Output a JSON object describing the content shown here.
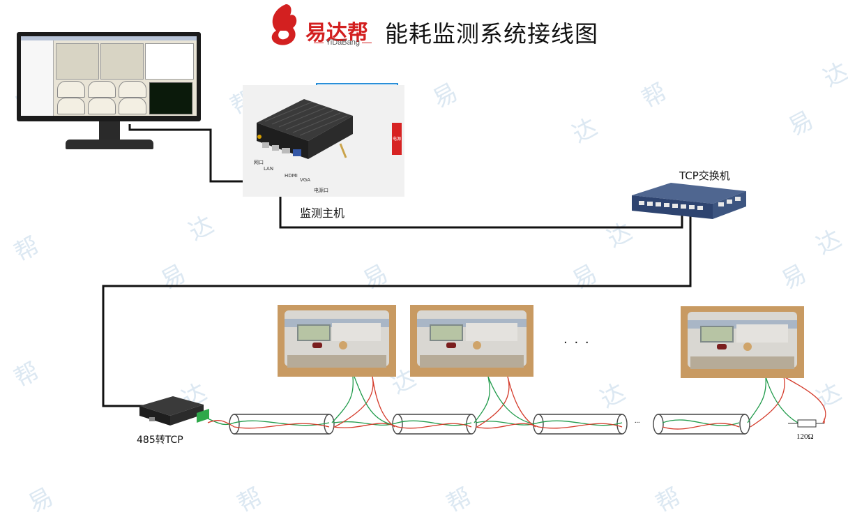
{
  "header": {
    "brand_cn": "易达帮",
    "brand_en": "YiDaBang",
    "title": "能耗监测系统接线图"
  },
  "labels": {
    "host": "监测主机",
    "switch": "TCP交换机",
    "converter": "485转TCP",
    "ellipsis_meters": ". . .",
    "ellipsis_bus": "...",
    "terminator": "120Ω"
  },
  "ports": {
    "p1": "网口",
    "p2": "LAN",
    "p3": "HDMI",
    "p4": "VGA",
    "p5": "电源口"
  },
  "power_tag": "电源",
  "watermark_chars": [
    "易",
    "达",
    "帮"
  ],
  "colors": {
    "brand_red": "#d32020",
    "wire_black": "#111111",
    "wire_blue": "#2a8fd8",
    "wire_green": "#1f9a4a",
    "wire_red": "#d43a2a",
    "watermark": "#dce8f2"
  },
  "icons": {
    "monitor": "monitor-icon",
    "host": "mini-pc-icon",
    "switch": "network-switch-icon",
    "converter": "rs485-converter-icon",
    "meter": "energy-meter-icon",
    "resistor": "resistor-icon"
  }
}
